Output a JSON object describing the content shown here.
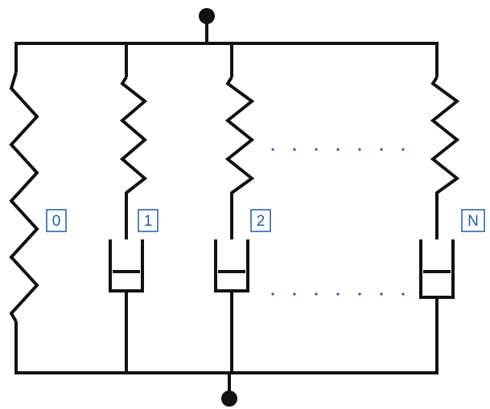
{
  "colors": {
    "line": "#111111",
    "accent": "#1a5fa8"
  },
  "labels": {
    "branch_0": "0",
    "branch_1": "1",
    "branch_2": "2",
    "branch_n": "N"
  }
}
